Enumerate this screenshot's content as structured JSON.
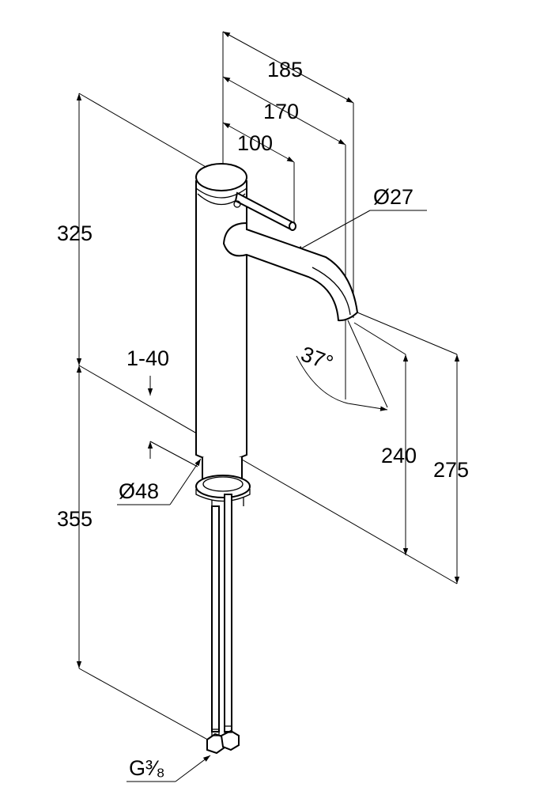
{
  "drawing": {
    "title": "Faucet dimension drawing",
    "dimensions": {
      "reach_185": "185",
      "reach_170": "170",
      "lever_100": "100",
      "spout_diameter": "Ø27",
      "height_325": "325",
      "clamp_range": "1-40",
      "spout_angle": "37°",
      "outlet_240": "240",
      "outlet_275": "275",
      "body_diameter": "Ø48",
      "hose_355": "355",
      "connection_thread": "G³⁄₈"
    }
  }
}
